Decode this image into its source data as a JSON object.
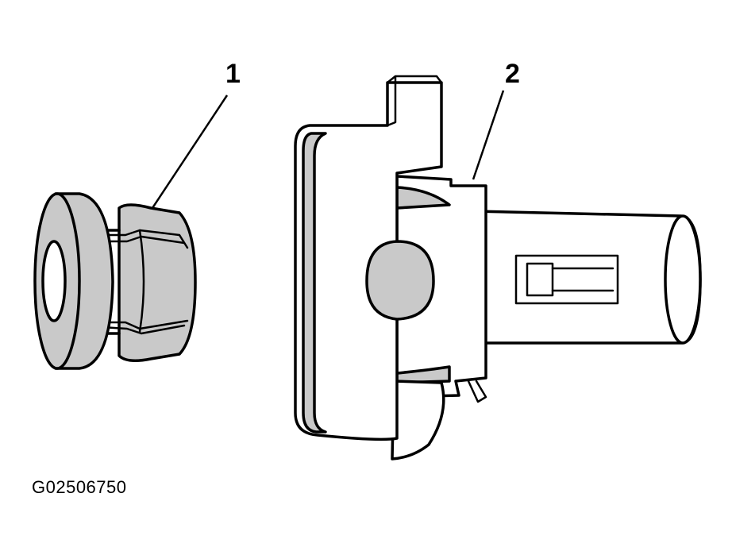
{
  "callouts": {
    "item1": "1",
    "item2": "2"
  },
  "figure_id": "G02506750",
  "colors": {
    "ink": "#000000",
    "shade": "#c9c9c9",
    "paper": "#ffffff"
  }
}
